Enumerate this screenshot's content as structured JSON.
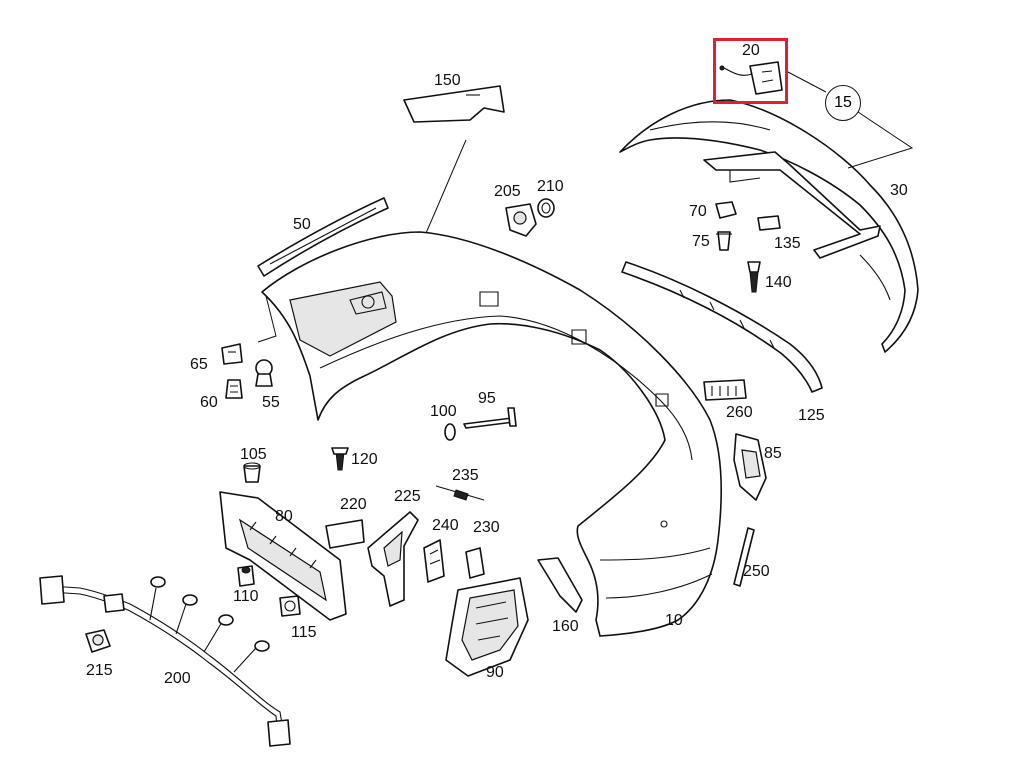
{
  "highlight_color": "#e02030",
  "highlighted_part": "20",
  "group_label": "15",
  "callouts": {
    "p150": "150",
    "p20": "20",
    "p30": "30",
    "p205": "205",
    "p210": "210",
    "p50": "50",
    "p70": "70",
    "p75": "75",
    "p135": "135",
    "p140": "140",
    "p65": "65",
    "p60": "60",
    "p55": "55",
    "p95": "95",
    "p100": "100",
    "p260": "260",
    "p125": "125",
    "p85": "85",
    "p105": "105",
    "p120": "120",
    "p235": "235",
    "p80": "80",
    "p220": "220",
    "p225": "225",
    "p240": "240",
    "p230": "230",
    "p250": "250",
    "p110": "110",
    "p115": "115",
    "p160": "160",
    "p10": "10",
    "p215": "215",
    "p200": "200",
    "p90": "90"
  }
}
